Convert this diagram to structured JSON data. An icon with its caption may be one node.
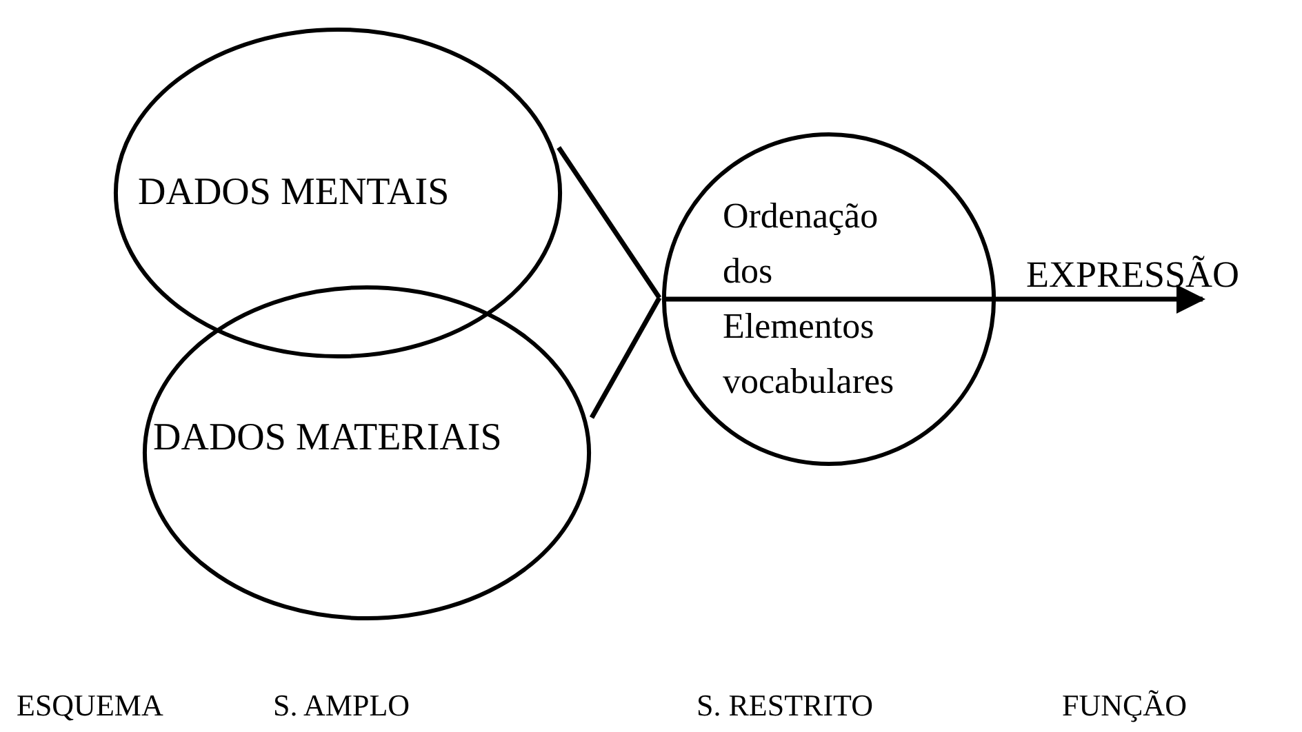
{
  "diagram": {
    "nodes": [
      {
        "text": [
          "DADOS MENTAIS"
        ]
      },
      {
        "text": [
          "DADOS MATERIAIS"
        ]
      },
      {
        "text": [
          "Ordenação dos Elementos vocabulares"
        ]
      },
      {
        "text": [
          "EXPRESSÃO"
        ]
      }
    ],
    "edges": [
      {
        "from": 0,
        "to": 2,
        "arrow": "none"
      },
      {
        "from": 1,
        "to": 2,
        "arrow": "none"
      },
      {
        "from": 2,
        "to": 3,
        "arrow": "to"
      }
    ],
    "labels": [
      "ESQUEMA",
      "S. AMPLO",
      "S. RESTRITO",
      "FUNÇÃO"
    ]
  }
}
